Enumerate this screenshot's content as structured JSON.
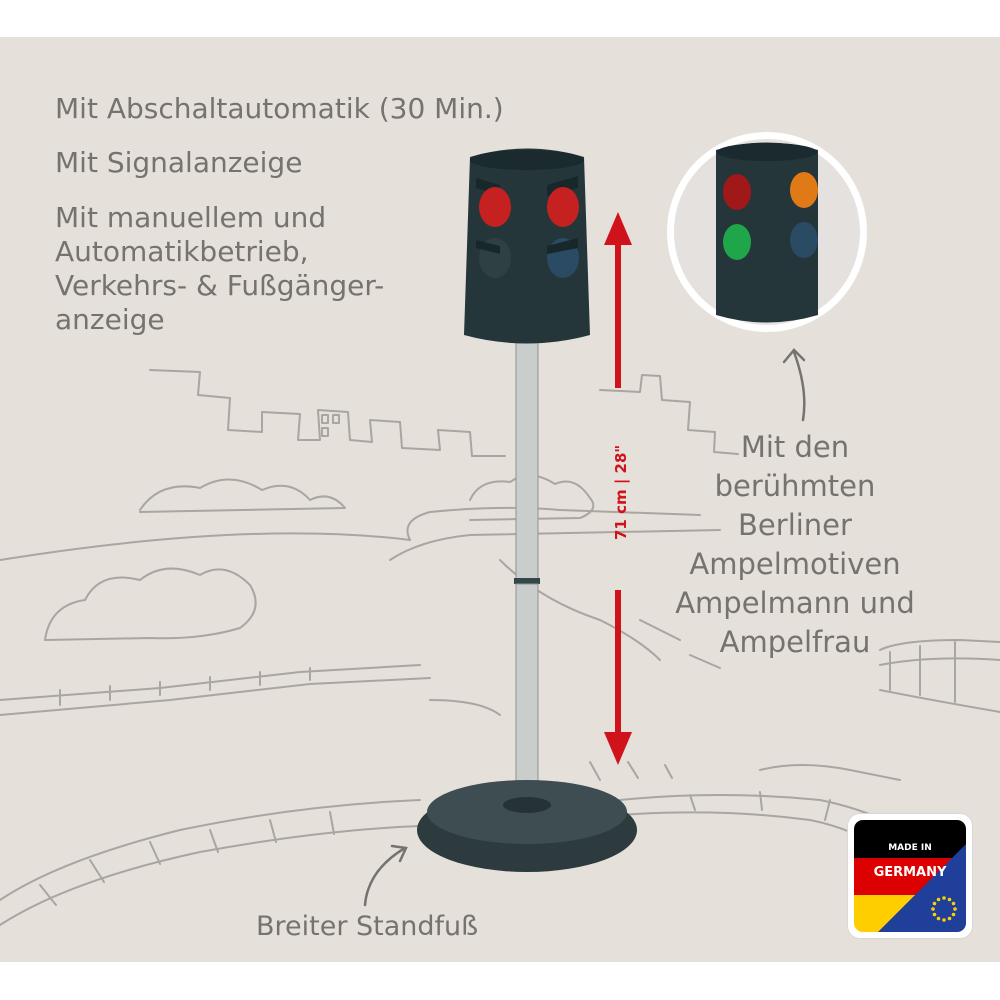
{
  "features": [
    "Mit Abschaltautomatik (30 Min.)",
    "Mit Signalanzeige",
    "Mit manuellem und\nAutomatikbetrieb,\nVerkehrs- & Fußgänger-\nanzeige"
  ],
  "callout": "Mit den\nberühmten\nBerliner\nAmpelmotiven\nAmpelmann und\nAmpelfrau",
  "footer_label": "Breiter Standfuß",
  "dimension_label": "71 cm | 28\"",
  "badge": {
    "line1": "MADE IN",
    "line2": "GERMANY"
  },
  "colors": {
    "background": "#e5e0da",
    "text": "#76736f",
    "dimension_arrow": "#d0121b",
    "housing": "#24363a",
    "pole": "#c9cdcb",
    "flag_black": "#000000",
    "flag_red": "#dd0000",
    "flag_gold": "#ffce00",
    "eu_blue": "#1f3f9a"
  }
}
